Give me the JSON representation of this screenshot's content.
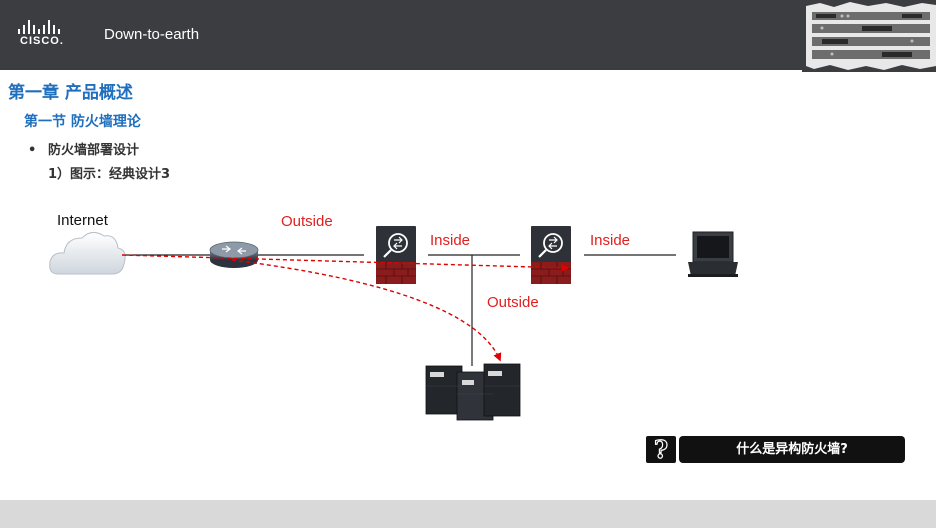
{
  "header": {
    "logo_text": "CISCO.",
    "title": "Down-to-earth"
  },
  "content": {
    "chapter": "第一章 产品概述",
    "section": "第一节 防火墙理论",
    "bullet": "防火墙部署设计",
    "sub_item": "1）图示：经典设计3"
  },
  "diagram": {
    "internet_label": "Internet",
    "outside_label_1": "Outside",
    "inside_label_1": "Inside",
    "inside_label_2": "Inside",
    "outside_label_2": "Outside"
  },
  "question": {
    "icon_glyph": "?",
    "text": "什么是异构防火墙?"
  },
  "colors": {
    "header_bg": "#3b3d40",
    "accent_blue": "#1f6fbf",
    "label_red": "#e02020",
    "flow_red": "#e00000"
  }
}
